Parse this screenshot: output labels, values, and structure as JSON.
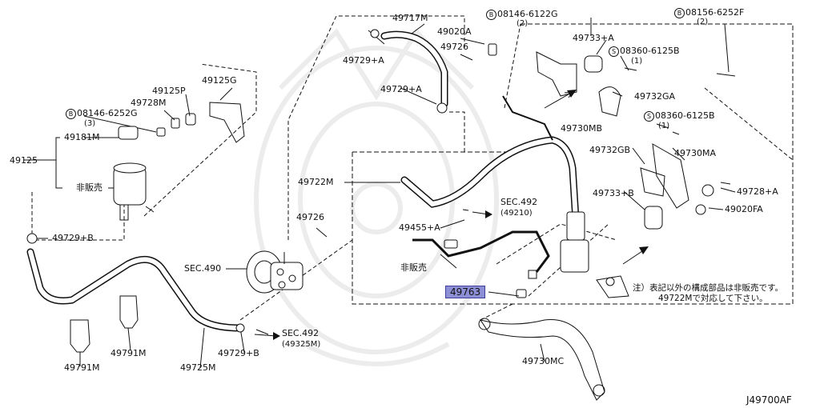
{
  "diagram": {
    "drawing_id": "J49700AF",
    "note_line1": "注）表記以外の構成部品は非販売です。",
    "note_line2": "49722Mで対応して下さい。",
    "parts": {
      "p49717M": "49717M",
      "p08146_6122G": "08146-6122G",
      "p08146_6122G_qty": "(2)",
      "p08156_6252F": "08156-6252F",
      "p08156_6252F_qty": "(2)",
      "p49020A": "49020A",
      "p49726_top": "49726",
      "p49729A_1": "49729+A",
      "p49729A_2": "49729+A",
      "p49733A": "49733+A",
      "p08360_6125B_1": "08360-6125B",
      "p08360_6125B_1_qty": "(1)",
      "p49732GA": "49732GA",
      "p08360_6125B_2": "08360-6125B",
      "p08360_6125B_2_qty": "(1)",
      "p49730MB": "49730MB",
      "p49125P": "49125P",
      "p49125G": "49125G",
      "p49728M": "49728M",
      "p08146_6252G": "08146-6252G",
      "p08146_6252G_qty": "(3)",
      "p49181M": "49181M",
      "p49125": "49125",
      "hanbai1": "非販売",
      "p49722M": "49722M",
      "p49732GB": "49732GB",
      "p49730MA": "49730MA",
      "p49728A": "49728+A",
      "p49733B": "49733+B",
      "p49020FA": "49020FA",
      "sec492_1": "SEC.492",
      "sec492_1_ref": "(49210)",
      "p49726_mid": "49726",
      "p49455A": "49455+A",
      "p49729B_1": "49729+B",
      "sec490": "SEC.490",
      "hanbai2": "非販売",
      "p49763": "49763",
      "p49791M_1": "49791M",
      "p49791M_2": "49791M",
      "p49725M": "49725M",
      "p49729B_2": "49729+B",
      "sec492_2": "SEC.492",
      "sec492_2_ref": "(49325M)",
      "p49730MC": "49730MC",
      "bolt_symbol": "B",
      "screw_symbol": "S"
    },
    "colors": {
      "line": "#111111",
      "highlight": "#8d8fd6",
      "watermark": "#ececec"
    }
  }
}
